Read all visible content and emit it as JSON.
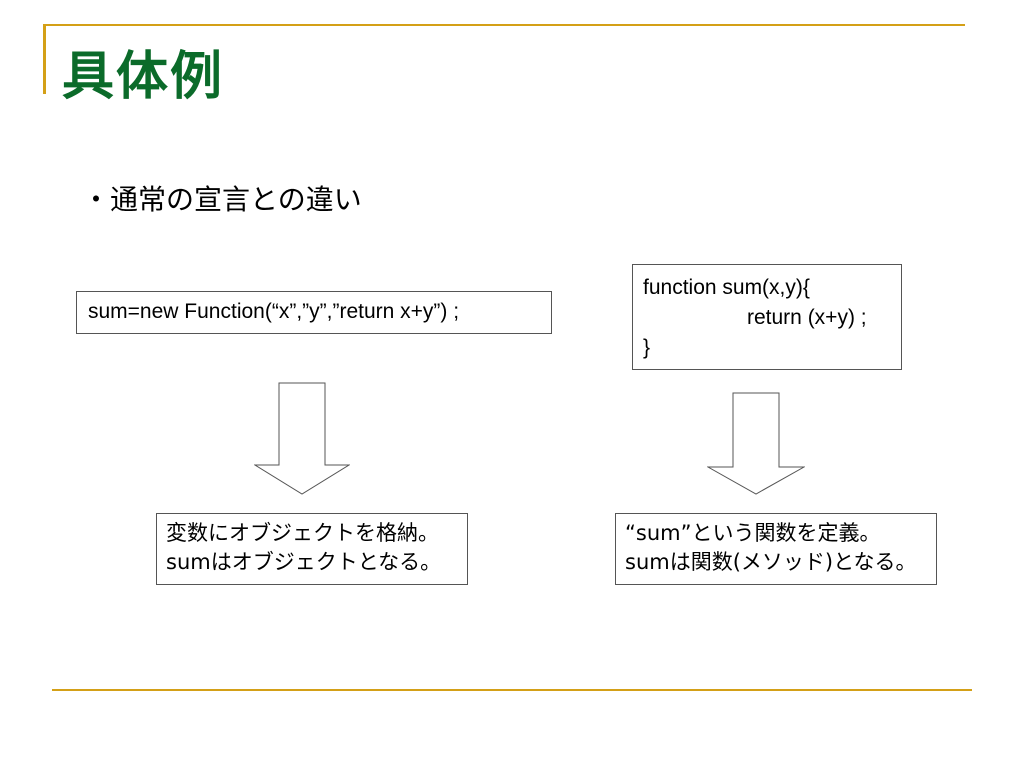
{
  "slide": {
    "title": "具体例",
    "subtitle": "・通常の宣言との違い"
  },
  "left_code": {
    "text": "sum=new Function(“x”,”y”,”return x+y”) ;"
  },
  "right_code": {
    "line1": "function sum(x,y){",
    "line2": "return (x+y) ;",
    "line3": "}"
  },
  "left_result": {
    "line1": "変数にオブジェクトを格納。",
    "line2": "sumはオブジェクトとなる。"
  },
  "right_result": {
    "line1": "“sum”という関数を定義。",
    "line2": "sumは関数(メソッド)となる。"
  },
  "colors": {
    "title": "#0b6b2a",
    "accent_line": "#d4a017",
    "border": "#555555"
  }
}
